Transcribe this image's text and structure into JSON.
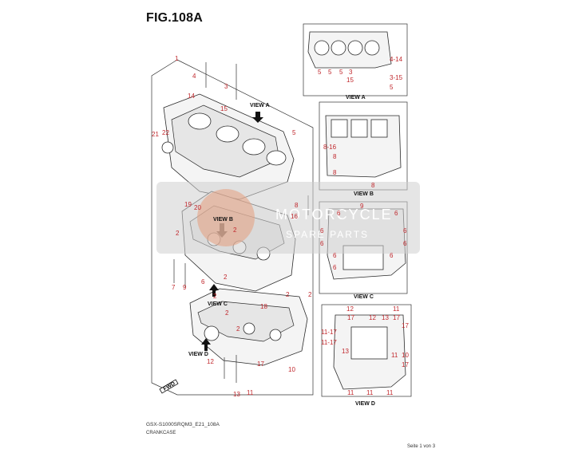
{
  "figure": {
    "title": "FIG.108A",
    "model_code": "GSX-S1000SRQM3_E21_108A",
    "part_name": "CRANKCASE",
    "page": "Seite 1 von 3"
  },
  "views": {
    "a": "VIEW A",
    "b": "VIEW B",
    "c": "VIEW C",
    "d": "VIEW D",
    "fwd": "FWD"
  },
  "watermark": {
    "brand": "MOTORCYCLE",
    "sub": "SPARE PARTS"
  },
  "labels": {
    "main": [
      "1",
      "4",
      "3",
      "14",
      "15",
      "5",
      "21",
      "22",
      "8",
      "16",
      "19",
      "20",
      "2",
      "2",
      "2",
      "2",
      "2",
      "2",
      "6",
      "7",
      "9",
      "18",
      "12",
      "13",
      "11",
      "17",
      "10",
      "2",
      "2"
    ],
    "view_a": [
      "4-14",
      "5",
      "5",
      "5",
      "3",
      "15",
      "3-15",
      "5"
    ],
    "view_b": [
      "8-16",
      "8",
      "8",
      "8"
    ],
    "view_c": [
      "6",
      "9",
      "6",
      "6",
      "6",
      "6",
      "6",
      "6",
      "6",
      "6"
    ],
    "view_d": [
      "12",
      "17",
      "12",
      "13",
      "11",
      "17",
      "17",
      "11-17",
      "11-17",
      "13",
      "11",
      "10",
      "17",
      "11",
      "11",
      "11"
    ]
  },
  "colors": {
    "callout": "#c0282d",
    "line": "#333333"
  }
}
